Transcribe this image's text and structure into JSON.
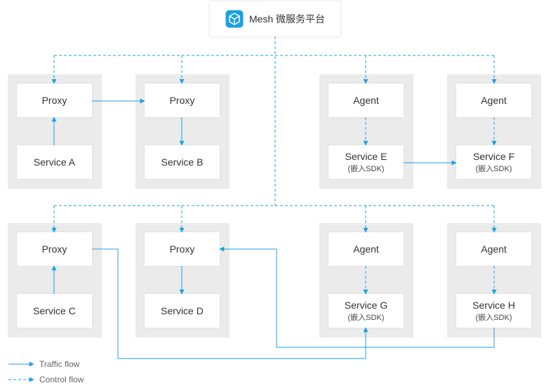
{
  "title": "Mesh 微服务平台",
  "colors": {
    "accent": "#1ba1e2",
    "group_bg": "#ebebeb"
  },
  "icons": {
    "logo": "mesh-cube-icon"
  },
  "nodes": {
    "proxy_a": {
      "label": "Proxy"
    },
    "service_a": {
      "label": "Service A"
    },
    "proxy_b": {
      "label": "Proxy"
    },
    "service_b": {
      "label": "Service B"
    },
    "agent_e": {
      "label": "Agent"
    },
    "service_e": {
      "label": "Service E",
      "sub": "(嵌入SDK)"
    },
    "agent_f": {
      "label": "Agent"
    },
    "service_f": {
      "label": "Service F",
      "sub": "(嵌入SDK)"
    },
    "proxy_c": {
      "label": "Proxy"
    },
    "service_c": {
      "label": "Service C"
    },
    "proxy_d": {
      "label": "Proxy"
    },
    "service_d": {
      "label": "Service D"
    },
    "agent_g": {
      "label": "Agent"
    },
    "service_g": {
      "label": "Service G",
      "sub": "(嵌入SDK)"
    },
    "agent_h": {
      "label": "Agent"
    },
    "service_h": {
      "label": "Service H",
      "sub": "(嵌入SDK)"
    }
  },
  "legend": {
    "traffic": "Traffic flow",
    "control": "Control flow"
  }
}
